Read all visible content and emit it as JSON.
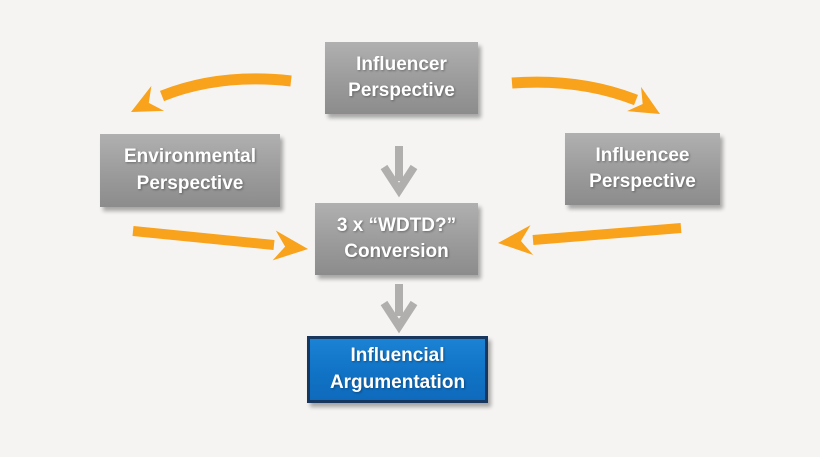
{
  "nodes": {
    "influencer": {
      "line1": "Influencer",
      "line2": "Perspective"
    },
    "environmental": {
      "line1": "Environmental",
      "line2": "Perspective"
    },
    "influencee": {
      "line1": "Influencee",
      "line2": "Perspective"
    },
    "conversion": {
      "line1": "3 x “WDTD?”",
      "line2": "Conversion"
    },
    "argumentation": {
      "line1": "Influencial",
      "line2": "Argumentation"
    }
  },
  "arrows": [
    {
      "name": "arrow-influencer-to-environmental",
      "style": "curved",
      "color": "#f9a21b"
    },
    {
      "name": "arrow-influencer-to-influencee",
      "style": "curved",
      "color": "#f9a21b"
    },
    {
      "name": "arrow-environmental-to-conversion",
      "style": "straight",
      "color": "#f9a21b"
    },
    {
      "name": "arrow-influencee-to-conversion",
      "style": "straight",
      "color": "#f9a21b"
    },
    {
      "name": "arrow-influencer-to-conversion",
      "style": "down",
      "color": "#b1afad"
    },
    {
      "name": "arrow-conversion-to-argumentation",
      "style": "down",
      "color": "#b1afad"
    }
  ],
  "colors": {
    "background": "#f5f4f3",
    "accent_orange": "#f9a21b",
    "arrow_gray": "#b1afad",
    "box_gray_top": "#b0b0b0",
    "box_gray_bottom": "#8c8c8c",
    "box_blue": "#1173c5",
    "box_blue_border": "#17375e",
    "text": "#ffffff"
  }
}
